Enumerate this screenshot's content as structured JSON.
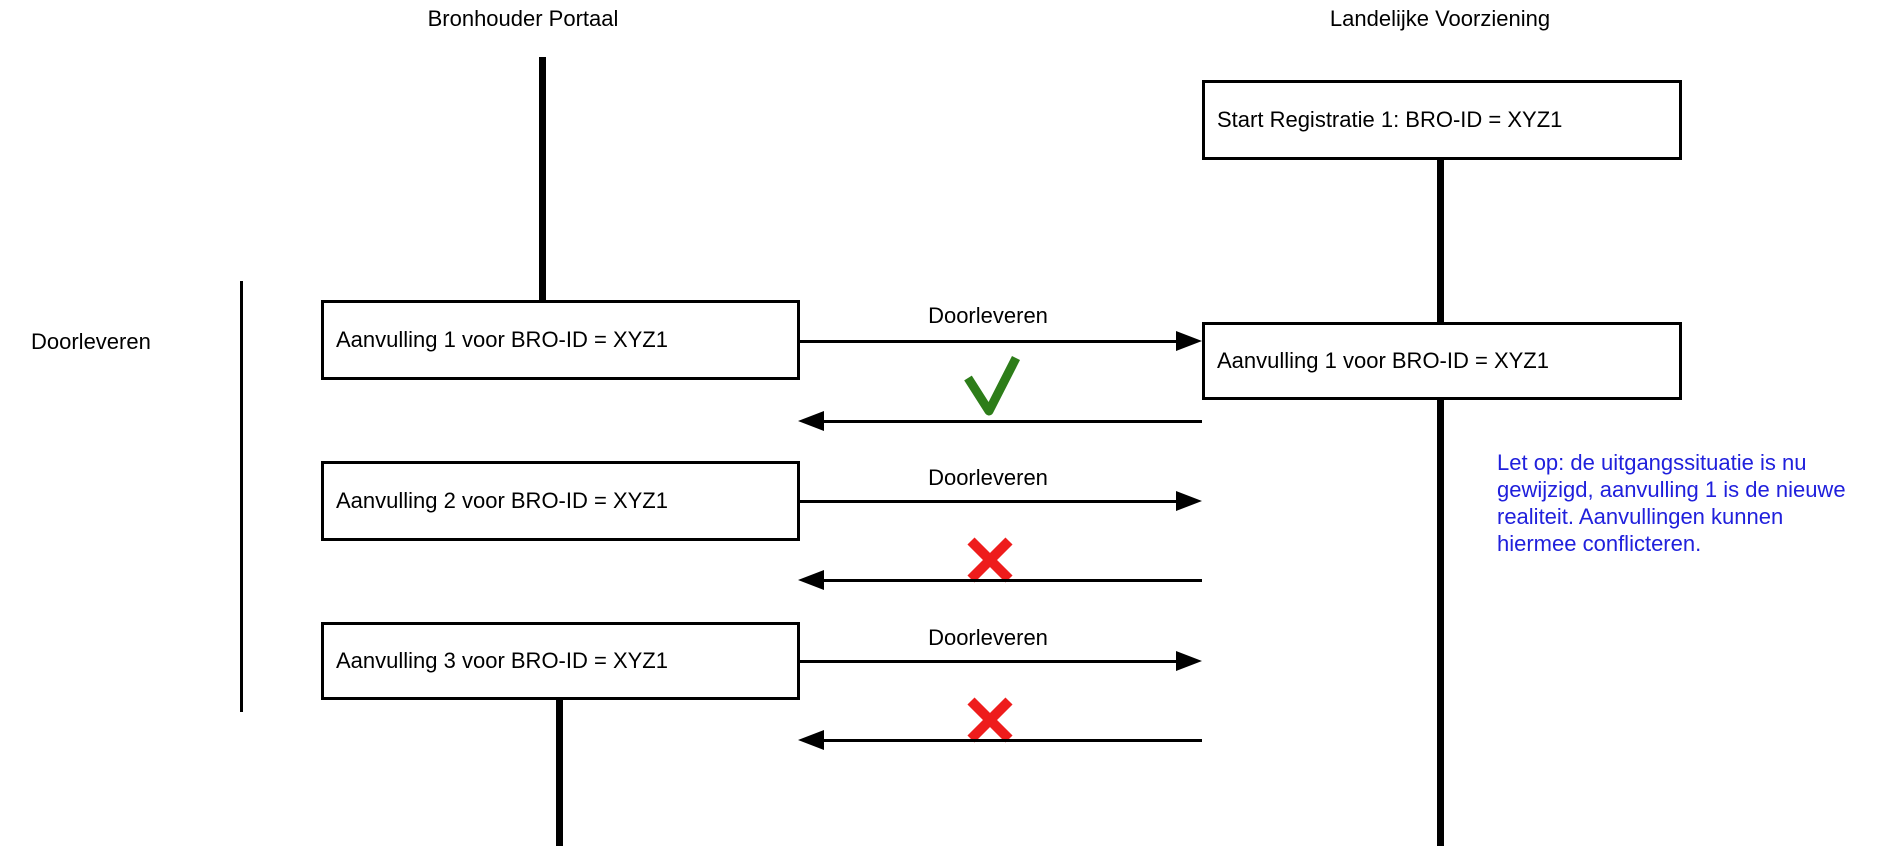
{
  "colors": {
    "success_green": "#2d7d19",
    "failure_red": "#ee1c1c",
    "note_blue": "#2020dc",
    "line_black": "#000000"
  },
  "actors": {
    "left": "Bronhouder Portaal",
    "right": "Landelijke Voorziening"
  },
  "group": {
    "label": "Doorleveren"
  },
  "boxes": {
    "start_registratie": "Start Registratie 1: BRO-ID = XYZ1",
    "bh_aanvulling_1": "Aanvulling 1 voor BRO-ID = XYZ1",
    "bh_aanvulling_2": "Aanvulling 2 voor BRO-ID = XYZ1",
    "bh_aanvulling_3": "Aanvulling 3 voor BRO-ID = XYZ1",
    "lv_aanvulling_1": "Aanvulling 1 voor BRO-ID = XYZ1"
  },
  "messages": [
    {
      "request_label": "Doorleveren",
      "result": "success"
    },
    {
      "request_label": "Doorleveren",
      "result": "failure"
    },
    {
      "request_label": "Doorleveren",
      "result": "failure"
    }
  ],
  "note": {
    "lines": [
      "Let op: de uitgangssituatie is nu",
      "gewijzigd, aanvulling 1 is de nieuwe",
      "realiteit. Aanvullingen kunnen",
      "hiermee conflicteren."
    ]
  }
}
